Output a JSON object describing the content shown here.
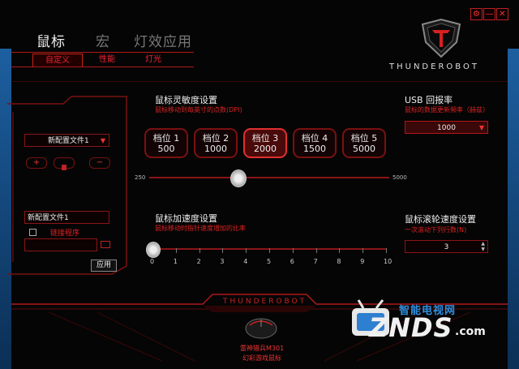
{
  "nav": {
    "mouse": "鼠标",
    "macro": "宏",
    "light": "灯效应用"
  },
  "window_buttons": {
    "settings": "⚙",
    "minimize": "—",
    "close": "✕"
  },
  "subtabs": [
    "自定义",
    "性能",
    "灯光"
  ],
  "brand": "THUNDEROBOT",
  "left_panel": {
    "profile_select": "新配置文件1",
    "profile_name": "新配置文件1",
    "bind_program": "链接程序",
    "apply": "应用"
  },
  "sensitivity": {
    "title": "鼠标灵敏度设置",
    "subtitle": "鼠标移动到每英寸的点数(DPI)",
    "levels": [
      {
        "label": "档位 1",
        "value": "500"
      },
      {
        "label": "档位 2",
        "value": "1000"
      },
      {
        "label": "档位 3",
        "value": "2000"
      },
      {
        "label": "档位 4",
        "value": "1500"
      },
      {
        "label": "档位 5",
        "value": "5000"
      }
    ],
    "active_level": 3,
    "slider_min": "250",
    "slider_max": "5000",
    "slider_value": 2000
  },
  "usb": {
    "title": "USB 回报率",
    "subtitle": "鼠标的数据更新频率（赫兹）",
    "value": "1000"
  },
  "acceleration": {
    "title": "鼠标加速度设置",
    "subtitle": "鼠标移动时指针速度增加的比率",
    "ticks": [
      "0",
      "1",
      "2",
      "3",
      "4",
      "5",
      "6",
      "7",
      "8",
      "9",
      "10"
    ],
    "value": 0
  },
  "scroll": {
    "title": "鼠标滚轮速度设置",
    "subtitle": "一次滚动下列行数(N)",
    "value": "3"
  },
  "device": {
    "name_line1": "雷神猎兵M301",
    "name_line2": "幻彩游戏鼠标"
  },
  "watermark": {
    "top": "智能电视网",
    "main": "ZNDS",
    "suffix": ".com"
  }
}
